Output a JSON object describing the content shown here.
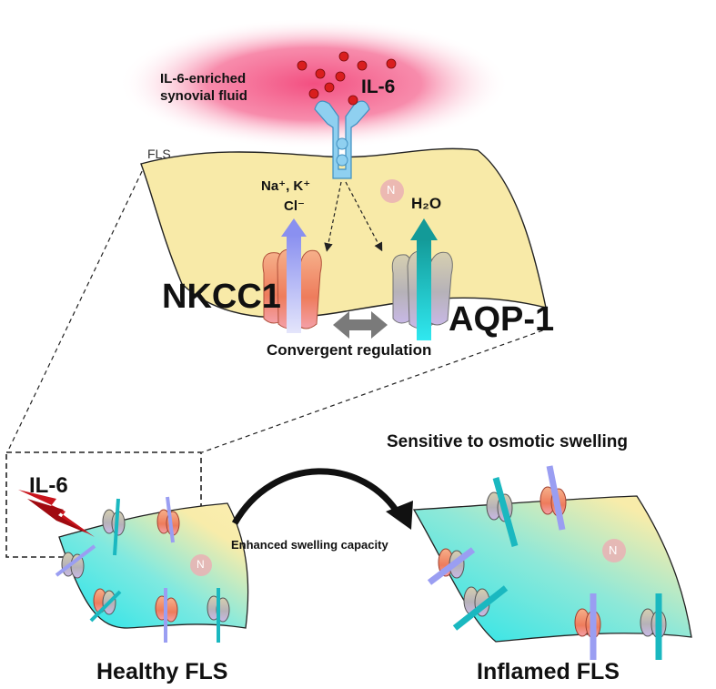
{
  "top_panel": {
    "fluid_label_line1": "IL-6-enriched",
    "fluid_label_line2": "synovial fluid",
    "il6_label": "IL-6",
    "fls_label": "FLS",
    "ions_label_line1": "Na⁺, K⁺",
    "ions_label_line2": "Cl⁻",
    "nucleus_label": "N",
    "water_label": "H₂O",
    "nkcc1_label": "NKCC1",
    "aqp1_label": "AQP-1",
    "regulation_label": "Convergent regulation"
  },
  "bottom_panel": {
    "stimulus_label": "IL-6",
    "healthy_nucleus_label": "N",
    "swelling_label": "Enhanced swelling capacity",
    "sensitive_label": "Sensitive to osmotic swelling",
    "inflamed_nucleus_label": "N",
    "healthy_title": "Healthy FLS",
    "inflamed_title": "Inflamed FLS"
  },
  "colors": {
    "fluid": "#f2467a",
    "cell_yellow": "#f8eaa8",
    "cell_cyan": "#39e0e6",
    "il6_dot": "#d91e1e",
    "receptor": "#8fd0f0",
    "nkcc1": "#f08a6a",
    "aqp1": "#b9b6bc",
    "ion_arrow": "#9a9ef2",
    "water_arrow": "#1ab8c0",
    "nucleus": "#eab0b4",
    "bolt": "#c8141c"
  }
}
